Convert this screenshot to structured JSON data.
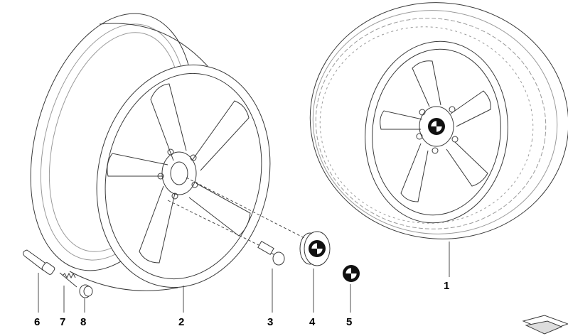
{
  "callouts": {
    "c1": "1",
    "c2": "2",
    "c3": "3",
    "c4": "4",
    "c5": "5",
    "c6": "6",
    "c7": "7",
    "c8": "8"
  },
  "colors": {
    "line": "#3a3a3a",
    "light_line": "#9a9a9a",
    "emblem_dark": "#111111",
    "emblem_light": "#ffffff"
  }
}
